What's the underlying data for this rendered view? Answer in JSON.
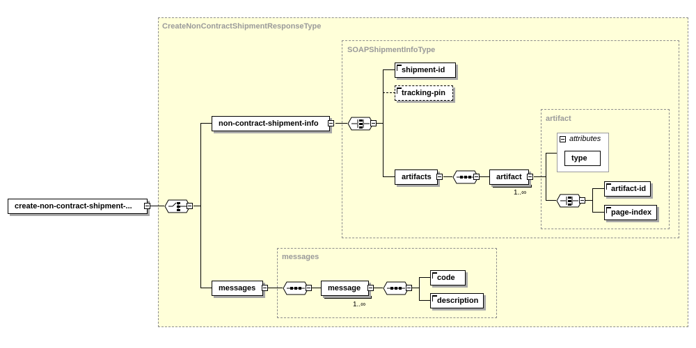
{
  "root": {
    "label": "create-non-contract-shipment-..."
  },
  "regions": {
    "response_type": "CreateNonContractShipmentResponseType",
    "soap_type": "SOAPShipmentInfoType",
    "artifact": "artifact",
    "messages": "messages"
  },
  "elements": {
    "non_contract_shipment_info": "non-contract-shipment-info",
    "shipment_id": "shipment-id",
    "tracking_pin": "tracking-pin",
    "artifacts": "artifacts",
    "artifact": "artifact",
    "artifact_occurs": "1..∞",
    "attributes_label": "attributes",
    "type": "type",
    "artifact_id": "artifact-id",
    "page_index": "page-index",
    "messages": "messages",
    "message": "message",
    "message_occurs": "1..∞",
    "code": "code",
    "description": "description"
  },
  "colors": {
    "region_fill": "#ffffd9",
    "region_border": "#8c8c8c",
    "title_text": "#9a9a9a"
  }
}
